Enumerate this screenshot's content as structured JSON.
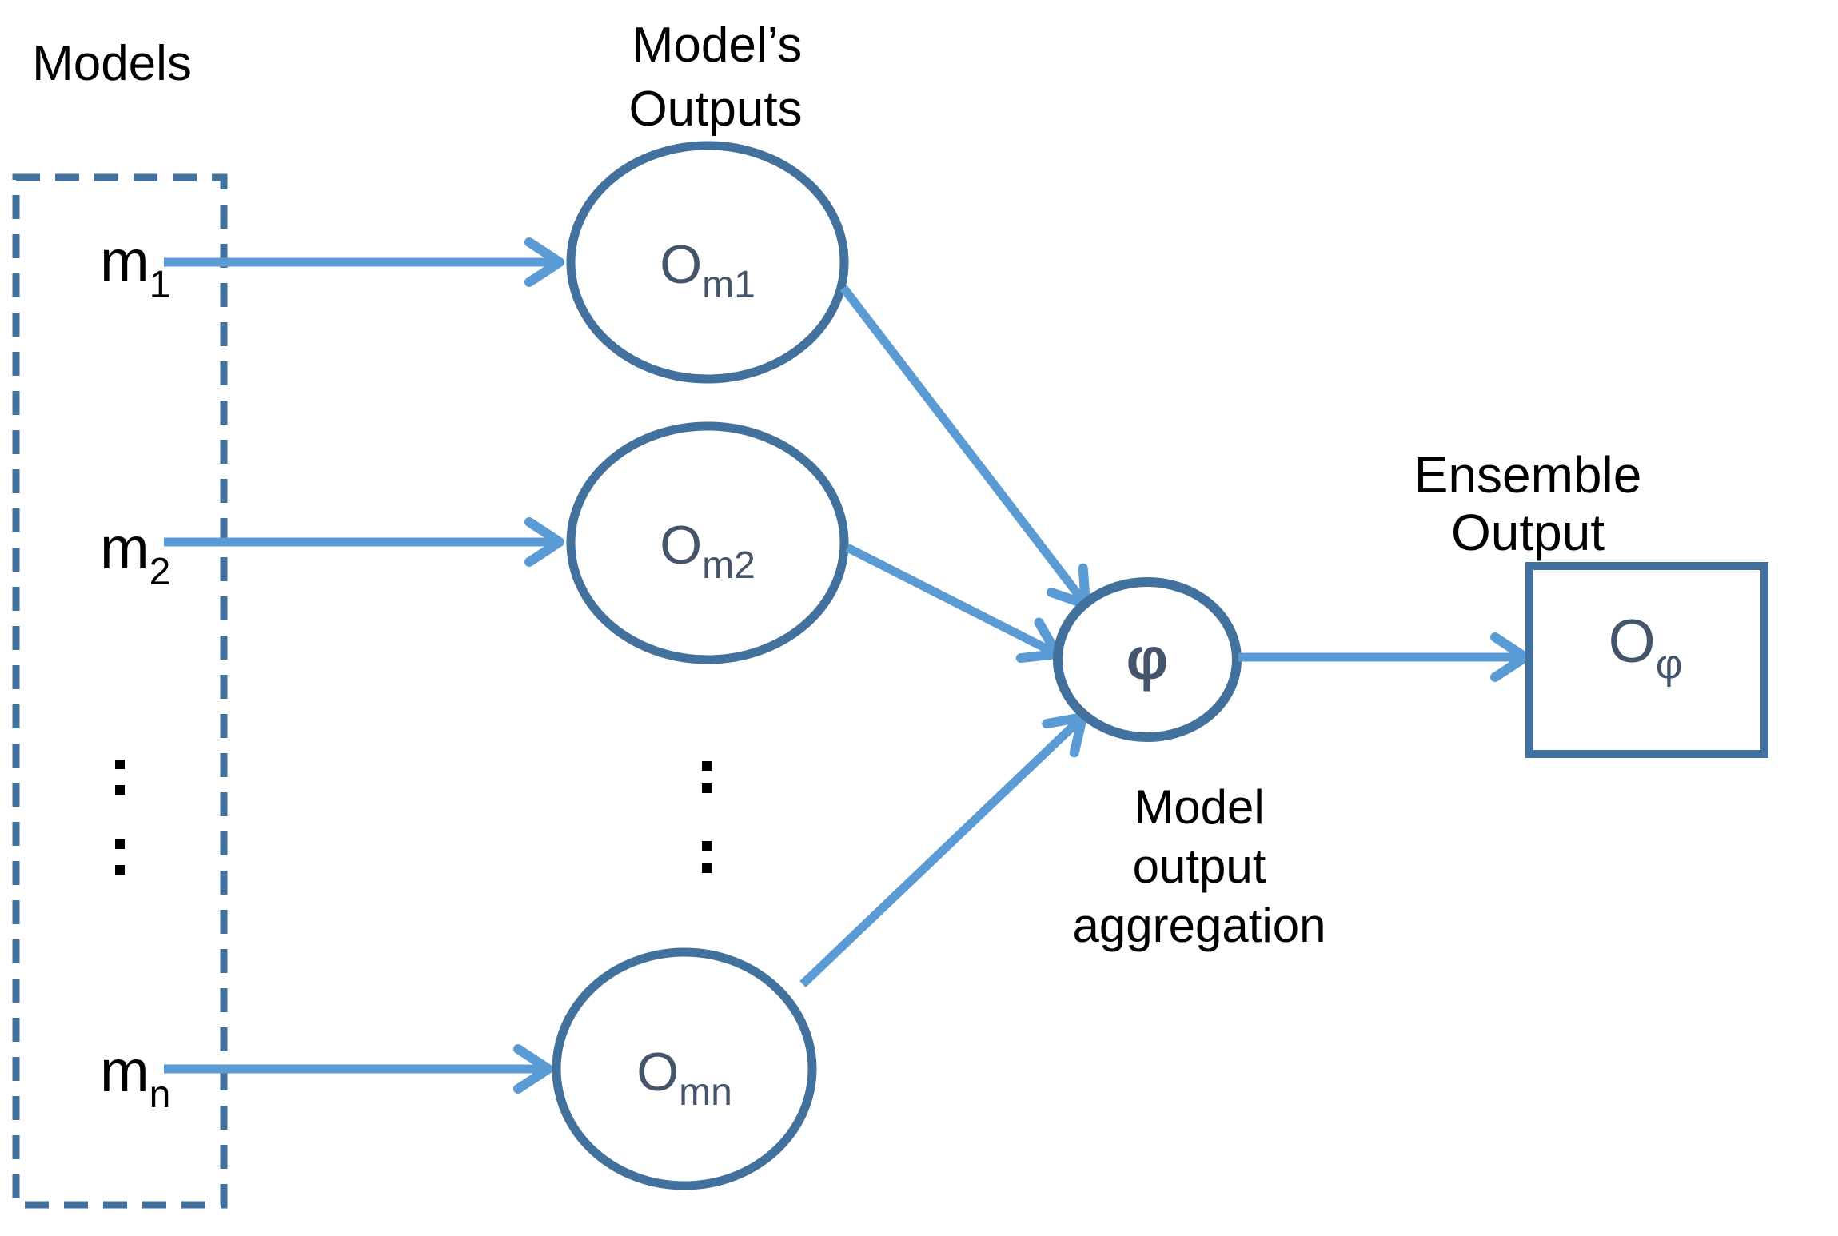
{
  "diagram": {
    "title_left": "Models",
    "outputs_heading": {
      "line1": "Model’s",
      "line2": "Outputs"
    },
    "aggregation_caption": {
      "line1": "Model",
      "line2": "output",
      "line3": "aggregation"
    },
    "ensemble_heading": {
      "line1": "Ensemble",
      "line2": "Output"
    }
  },
  "models": [
    {
      "base": "m",
      "sub": "1"
    },
    {
      "base": "m",
      "sub": "2"
    },
    {
      "base": "m",
      "sub": "n"
    }
  ],
  "outputs": [
    {
      "base": "O",
      "sub": "m1"
    },
    {
      "base": "O",
      "sub": "m2"
    },
    {
      "base": "O",
      "sub": "mn"
    }
  ],
  "aggregator": {
    "symbol": "φ"
  },
  "ensemble_box": {
    "base": "O",
    "sub": "φ"
  },
  "colors": {
    "shape_stroke": "#41719C",
    "arrow_blue": "#5B9BD5",
    "node_text": "#44546A",
    "label_text": "#000000",
    "background": "#FFFFFF"
  }
}
